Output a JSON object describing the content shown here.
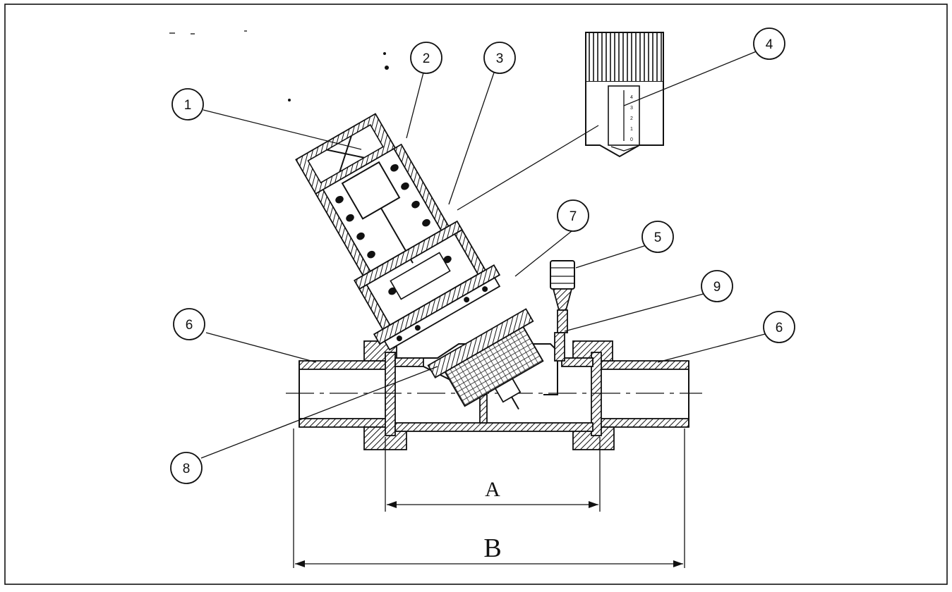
{
  "diagram": {
    "callouts": [
      {
        "id": "c1",
        "label": "1"
      },
      {
        "id": "c2",
        "label": "2"
      },
      {
        "id": "c3",
        "label": "3"
      },
      {
        "id": "c4",
        "label": "4"
      },
      {
        "id": "c5",
        "label": "5"
      },
      {
        "id": "c6-left",
        "label": "6"
      },
      {
        "id": "c6-right",
        "label": "6"
      },
      {
        "id": "c7",
        "label": "7"
      },
      {
        "id": "c8",
        "label": "8"
      },
      {
        "id": "c9",
        "label": "9"
      }
    ],
    "dimensions": {
      "a_label": "A",
      "b_label": "B"
    },
    "inset_scale_marks": [
      "4",
      "3",
      "2",
      "1",
      "0"
    ]
  }
}
